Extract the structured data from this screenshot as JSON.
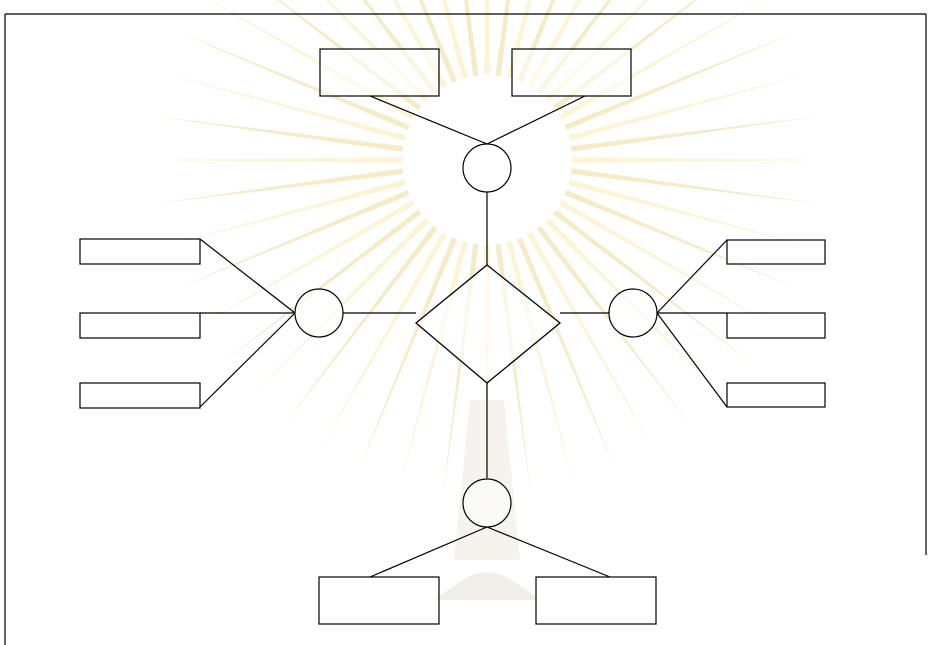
{
  "diagram": {
    "type": "er-diagram",
    "background": {
      "watermark": "university-seal-watermark",
      "watermark_colors": [
        "#f7e08a",
        "#e8c860",
        "#d9d0c4"
      ],
      "line_color": "#000000",
      "background_color": "#ffffff"
    },
    "center": {
      "shape": "diamond",
      "label": ""
    },
    "entities": [
      {
        "id": "top",
        "shape": "circle",
        "label": "",
        "attributes": [
          "",
          ""
        ]
      },
      {
        "id": "left",
        "shape": "circle",
        "label": "",
        "attributes": [
          "",
          "",
          ""
        ]
      },
      {
        "id": "right",
        "shape": "circle",
        "label": "",
        "attributes": [
          "",
          "",
          ""
        ]
      },
      {
        "id": "bottom",
        "shape": "circle",
        "label": "",
        "attributes": [
          "",
          ""
        ]
      }
    ]
  }
}
